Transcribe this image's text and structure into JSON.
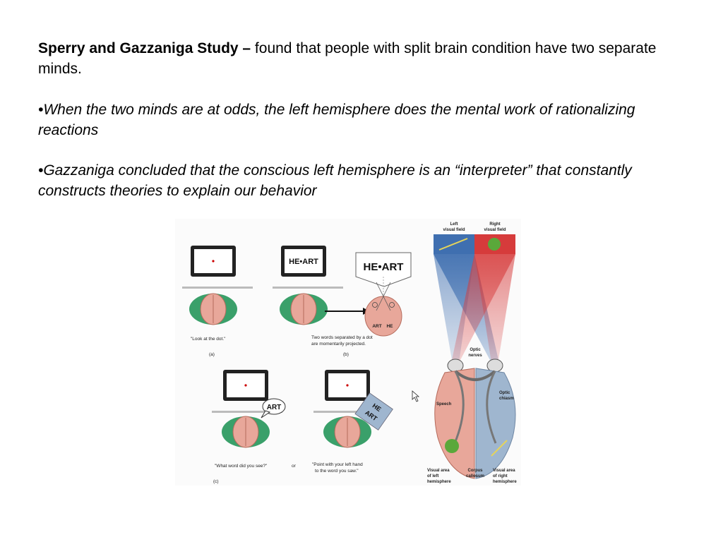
{
  "slide": {
    "heading_bold": "Sperry and Gazzaniga Study –",
    "heading_rest": "  found that people with split brain condition have two separate minds.",
    "bullet1": "•When the two minds are at odds, the left hemisphere does the mental work of rationalizing reactions",
    "bullet2": "•Gazzaniga concluded that the conscious left hemisphere is an “interpreter” that constantly constructs theories to explain our behavior"
  },
  "figure": {
    "screen_word_b": "HE•ART",
    "big_word": "HE•ART",
    "brain_word_left": "ART",
    "brain_word_right": "HE",
    "speech_word": "ART",
    "card_word_top": "HE",
    "card_word_bottom": "ART",
    "caption_a": "\"Look at the dot.\"",
    "label_a": "(a)",
    "caption_b_line1": "Two words separated by a dot",
    "caption_b_line2": "are momentarily projected.",
    "label_b": "(b)",
    "caption_c1": "\"What word did you see?\"",
    "caption_or": "or",
    "caption_c2_line1": "\"Point with your left hand",
    "caption_c2_line2": "to the word you saw.\"",
    "label_c": "(c)",
    "left_field_line1": "Left",
    "left_field_line2": "visual field",
    "right_field_line1": "Right",
    "right_field_line2": "visual field",
    "optic_nerves_line1": "Optic",
    "optic_nerves_line2": "nerves",
    "optic_chiasm_line1": "Optic",
    "optic_chiasm_line2": "chiasm",
    "speech_label": "Speech",
    "visual_left_line1": "Visual area",
    "visual_left_line2": "of left",
    "visual_left_line3": "hemisphere",
    "corpus_line1": "Corpus",
    "corpus_line2": "callosum",
    "visual_right_line1": "Visual area",
    "visual_right_line2": "of right",
    "visual_right_line3": "hemisphere",
    "colors": {
      "left_field_blue": "#3f6fb0",
      "right_field_red": "#d63b3b",
      "brain_pink": "#e8a79a",
      "shirt_green": "#3aa06a",
      "apple_green": "#5aa83a",
      "card_blue_grey": "#9fb6cf"
    }
  }
}
